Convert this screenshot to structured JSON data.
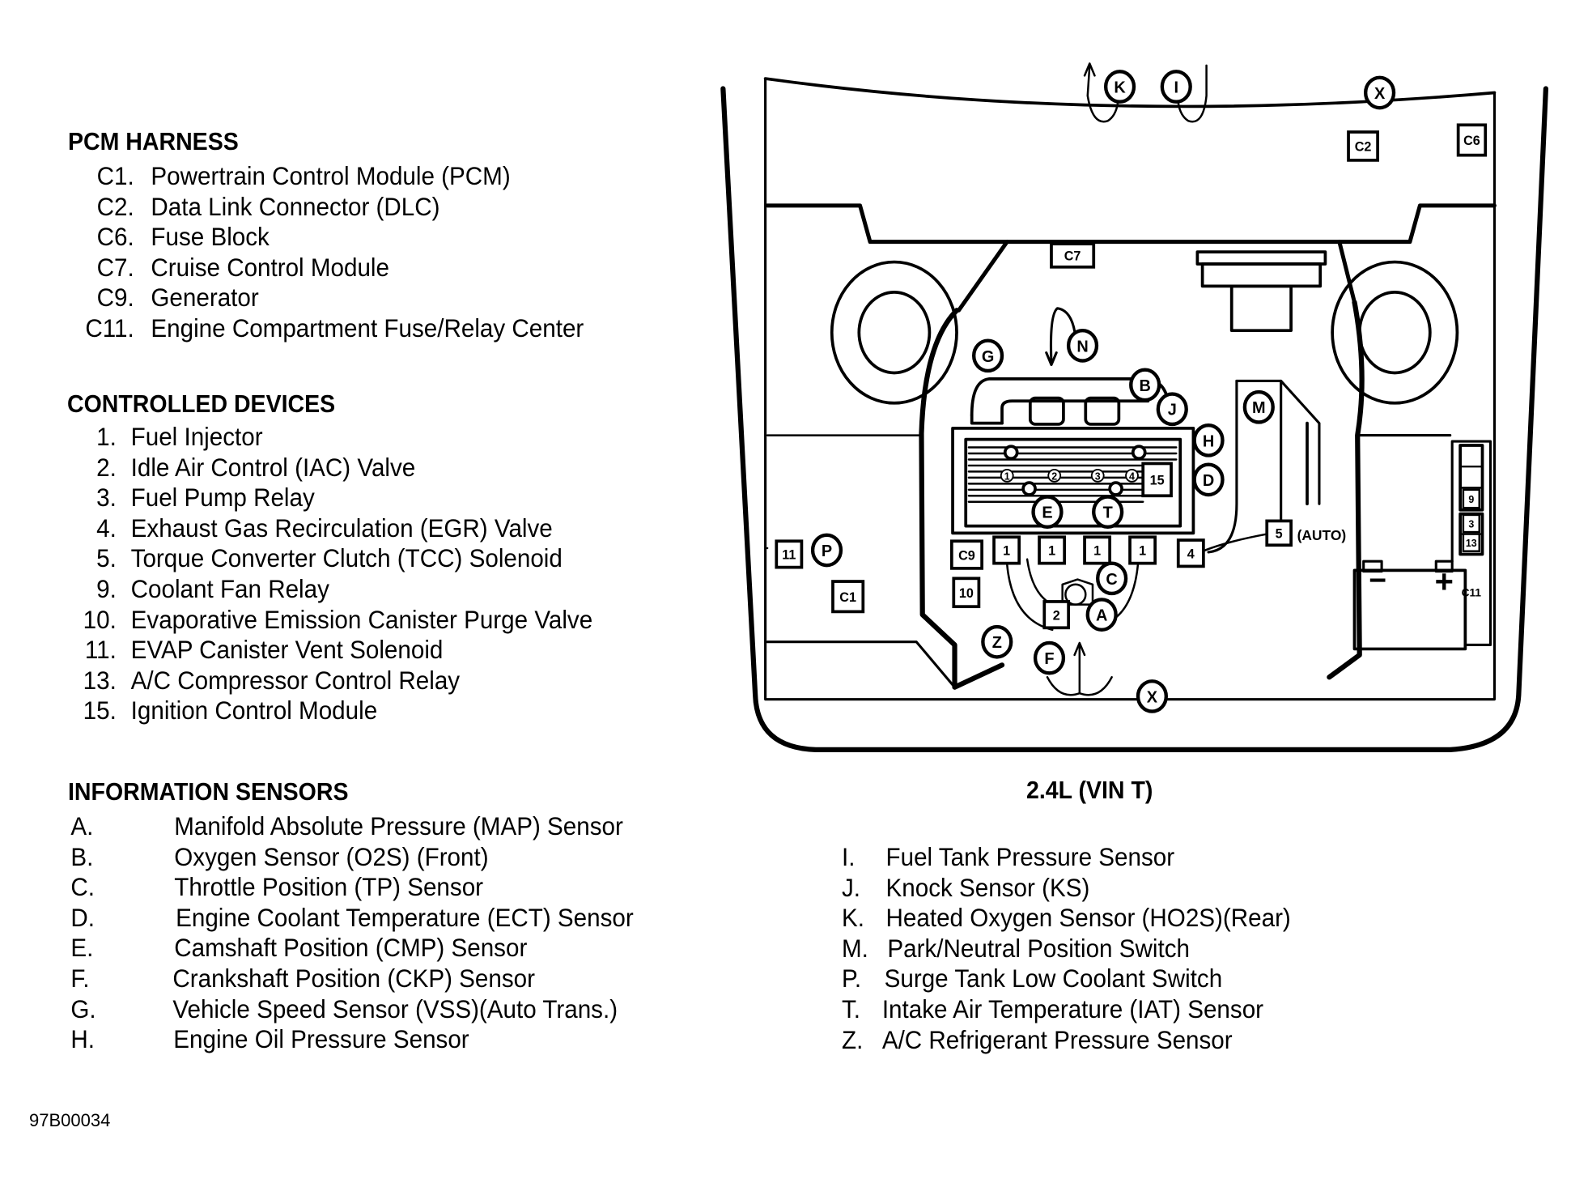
{
  "pcm_harness": {
    "title": "PCM HARNESS",
    "items": [
      {
        "key": "C1.",
        "label": "Powertrain Control Module (PCM)"
      },
      {
        "key": "C2.",
        "label": "Data Link Connector (DLC)"
      },
      {
        "key": "C6.",
        "label": "Fuse Block"
      },
      {
        "key": "C7.",
        "label": "Cruise Control Module"
      },
      {
        "key": "C9.",
        "label": "Generator"
      },
      {
        "key": "C11.",
        "label": "Engine Compartment Fuse/Relay Center"
      }
    ]
  },
  "controlled_devices": {
    "title": "CONTROLLED DEVICES",
    "items": [
      {
        "key": "1.",
        "label": "Fuel Injector"
      },
      {
        "key": "2.",
        "label": "Idle Air Control (IAC) Valve"
      },
      {
        "key": "3.",
        "label": "Fuel Pump Relay"
      },
      {
        "key": "4.",
        "label": "Exhaust Gas Recirculation (EGR) Valve"
      },
      {
        "key": "5.",
        "label": "Torque Converter Clutch (TCC) Solenoid"
      },
      {
        "key": "9.",
        "label": "Coolant Fan Relay"
      },
      {
        "key": "10.",
        "label": "Evaporative Emission Canister Purge Valve"
      },
      {
        "key": "11.",
        "label": "EVAP Canister Vent Solenoid"
      },
      {
        "key": "13.",
        "label": "A/C Compressor Control Relay"
      },
      {
        "key": "15.",
        "label": "Ignition Control Module"
      }
    ]
  },
  "information_sensors": {
    "title": "INFORMATION SENSORS",
    "items": [
      {
        "key": "A.",
        "label": "Manifold Absolute Pressure (MAP) Sensor"
      },
      {
        "key": "B.",
        "label": "Oxygen Sensor (O2S) (Front)"
      },
      {
        "key": "C.",
        "label": "Throttle Position (TP) Sensor"
      },
      {
        "key": "D.",
        "label": "Engine Coolant Temperature (ECT) Sensor"
      },
      {
        "key": "E.",
        "label": "Camshaft Position (CMP) Sensor"
      },
      {
        "key": "F.",
        "label": "Crankshaft Position (CKP) Sensor"
      },
      {
        "key": "G.",
        "label": "Vehicle Speed Sensor (VSS)(Auto Trans.)"
      },
      {
        "key": "H.",
        "label": "Engine Oil Pressure Sensor"
      }
    ],
    "continued": [
      {
        "key": "I.",
        "label": "Fuel Tank Pressure Sensor"
      },
      {
        "key": "J.",
        "label": "Knock Sensor (KS)"
      },
      {
        "key": "K.",
        "label": "Heated Oxygen Sensor (HO2S)(Rear)"
      },
      {
        "key": "M.",
        "label": "Park/Neutral Position Switch"
      },
      {
        "key": "P.",
        "label": "Surge Tank Low Coolant Switch"
      },
      {
        "key": "T.",
        "label": "Intake Air Temperature (IAT) Sensor"
      },
      {
        "key": "Z.",
        "label": "A/C Refrigerant Pressure Sensor"
      }
    ]
  },
  "diagram": {
    "caption": "2.4L (VIN T)",
    "sensor_callouts": [
      "K",
      "I",
      "X",
      "N",
      "G",
      "B",
      "J",
      "H",
      "D",
      "M",
      "E",
      "T",
      "C",
      "A",
      "P",
      "Z",
      "F",
      "X"
    ],
    "connector_boxes": [
      "C2",
      "C6",
      "C7",
      "C9",
      "C1",
      "C11"
    ],
    "device_boxes": [
      "1",
      "1",
      "1",
      "1",
      "2",
      "4",
      "5",
      "10",
      "11",
      "15",
      "9",
      "3",
      "13"
    ],
    "injector_numbers": [
      "1",
      "2",
      "3",
      "4"
    ],
    "auto_note": "(AUTO)",
    "battery_neg": "−",
    "battery_pos": "+"
  },
  "figure_code": "97B00034"
}
